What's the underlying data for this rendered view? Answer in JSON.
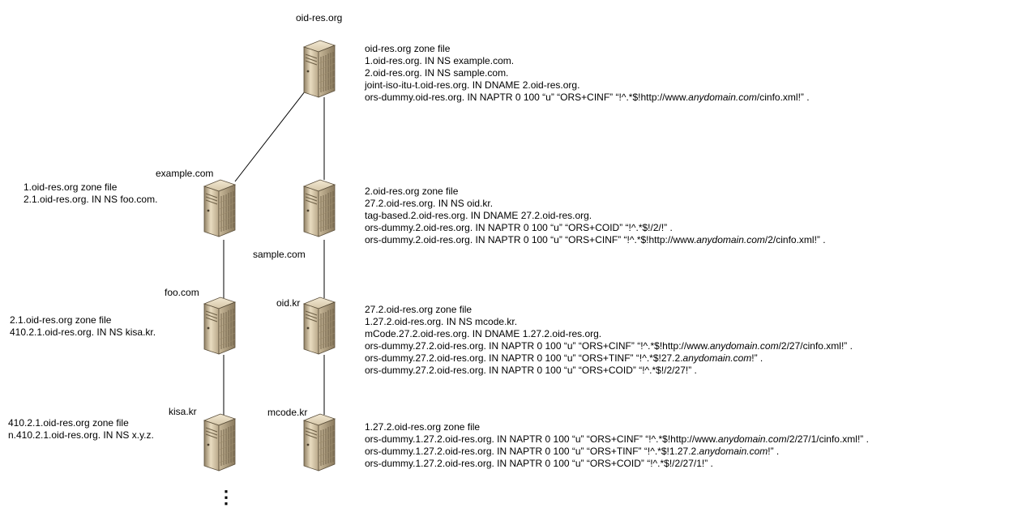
{
  "servers": [
    {
      "id": "oid-res-org",
      "label": "oid-res.org",
      "icon": "server-icon"
    },
    {
      "id": "example-com",
      "label": "example.com",
      "icon": "server-icon"
    },
    {
      "id": "sample-com",
      "label": "sample.com",
      "icon": "server-icon"
    },
    {
      "id": "foo-com",
      "label": "foo.com",
      "icon": "server-icon"
    },
    {
      "id": "oid-kr",
      "label": "oid.kr",
      "icon": "server-icon"
    },
    {
      "id": "kisa-kr",
      "label": "kisa.kr",
      "icon": "server-icon"
    },
    {
      "id": "mcode-kr",
      "label": "mcode.kr",
      "icon": "server-icon"
    }
  ],
  "zones": {
    "oid_res_org": [
      "oid-res.org zone file",
      "1.oid-res.org. IN NS example.com.",
      "2.oid-res.org. IN NS sample.com.",
      "joint-iso-itu-t.oid-res.org. IN DNAME 2.oid-res.org.",
      "ors-dummy.oid-res.org. IN NAPTR 0 100 “u” “ORS+CINF” “!^.*$!http://www.<i>anydomain.com</i>/cinfo.xml!” ."
    ],
    "one_oid_res_org": [
      "1.oid-res.org zone file",
      "2.1.oid-res.org. IN NS foo.com."
    ],
    "two_oid_res_org": [
      "2.oid-res.org zone file",
      "27.2.oid-res.org. IN NS oid.kr.",
      "tag-based.2.oid-res.org. IN DNAME 27.2.oid-res.org.",
      "ors-dummy.2.oid-res.org. IN NAPTR 0 100 “u” “ORS+COID” “!^.*$!/2/!” .",
      "ors-dummy.2.oid-res.org. IN NAPTR 0 100 “u” “ORS+CINF” “!^.*$!http://www.<i>anydomain.com</i>/2/cinfo.xml!” ."
    ],
    "two_one_oid_res_org": [
      "2.1.oid-res.org zone file",
      "410.2.1.oid-res.org. IN NS kisa.kr."
    ],
    "twentyseven_two_oid_res_org": [
      "27.2.oid-res.org zone file",
      "1.27.2.oid-res.org. IN NS mcode.kr.",
      "mCode.27.2.oid-res.org. IN DNAME 1.27.2.oid-res.org.",
      "ors-dummy.27.2.oid-res.org. IN NAPTR 0 100 “u” “ORS+CINF” “!^.*$!http://www.<i>anydomain.com</i>/2/27/cinfo.xml!” .",
      "ors-dummy.27.2.oid-res.org. IN NAPTR 0 100 “u” “ORS+TINF” “!^.*$!27.2.<i>anydomain.com</i>!” .",
      "ors-dummy.27.2.oid-res.org. IN NAPTR 0 100 “u” “ORS+COID” “!^.*$!/2/27!” ."
    ],
    "four10_two_one_oid_res_org": [
      "410.2.1.oid-res.org zone file",
      "n.410.2.1.oid-res.org. IN NS x.y.z."
    ],
    "one_27_2_oid_res_org": [
      "1.27.2.oid-res.org zone file",
      "ors-dummy.1.27.2.oid-res.org. IN NAPTR 0 100 “u” “ORS+CINF” “!^.*$!http://www.<i>anydomain.com</i>/2/27/1/cinfo.xml!” .",
      "ors-dummy.1.27.2.oid-res.org. IN NAPTR 0 100 “u” “ORS+TINF” “!^.*$!1.27.2.<i>anydomain.com</i>!” .",
      "ors-dummy.1.27.2.oid-res.org. IN NAPTR 0 100 “u” “ORS+COID” “!^.*$!/2/27/1!” ."
    ]
  },
  "continuation_marker": "⋮"
}
